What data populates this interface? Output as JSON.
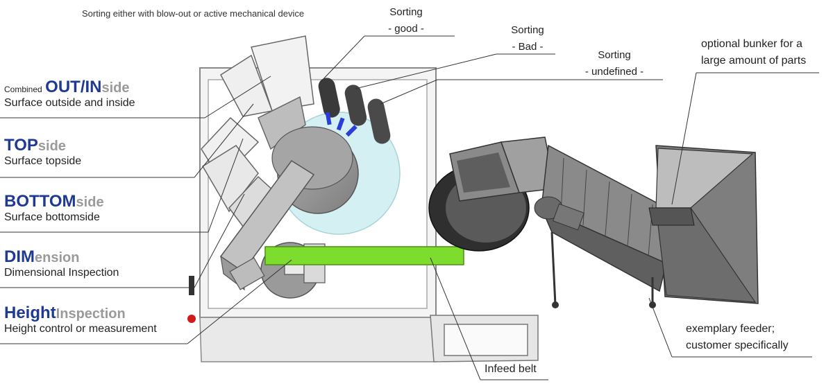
{
  "top_note": "Sorting either with blow-out or active mechanical device",
  "sorting": {
    "good": {
      "line1": "Sorting",
      "line2": "- good -"
    },
    "bad": {
      "line1": "Sorting",
      "line2": "- Bad -"
    },
    "undefined": {
      "line1": "Sorting",
      "line2": "- undefined -"
    }
  },
  "inspections": [
    {
      "prefix": "Combined",
      "strong": "OUT/IN",
      "rest": "side",
      "desc": "Surface outside and inside"
    },
    {
      "prefix": "",
      "strong": "TOP",
      "rest": "side",
      "desc": "Surface topside"
    },
    {
      "prefix": "",
      "strong": "BOTTOM",
      "rest": "side",
      "desc": "Surface bottomside"
    },
    {
      "prefix": "",
      "strong": "DIM",
      "rest": "ension",
      "desc": "Dimensional Inspection"
    },
    {
      "prefix": "",
      "strong": "Height",
      "rest": "Inspection",
      "desc": "Height control or measurement"
    }
  ],
  "bunker": {
    "line1": "optional bunker for a",
    "line2": "large amount of parts"
  },
  "feeder": {
    "line1": "exemplary feeder;",
    "line2": "customer specifically"
  },
  "infeed": "Infeed belt",
  "colors": {
    "accent_blue": "#1f3a93",
    "accent_grey": "#9a9a9a",
    "belt_green": "#7ddc2e",
    "glass": "#cdeef2",
    "nozzle_blue": "#2b3fd8"
  }
}
